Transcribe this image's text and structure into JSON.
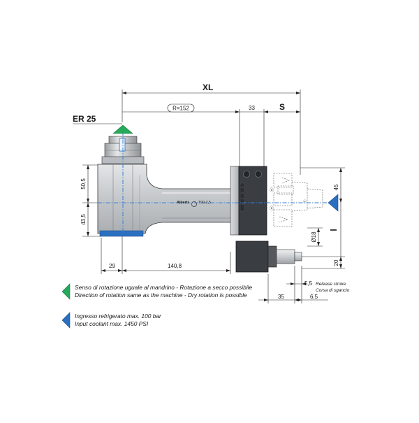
{
  "dimensions": {
    "xl": "XL",
    "r": "R=152",
    "d33": "33",
    "s": "S",
    "er": "ER 25",
    "d50": "50,5",
    "d43": "43,5",
    "d29": "29",
    "d140": "140,8",
    "d45": "45",
    "l": "l",
    "d18": "Ø18",
    "d20": "20",
    "d55": "5,5",
    "d35": "35",
    "d65": "6.5"
  },
  "stroke_labels": {
    "en": "Release stroke",
    "it": "Corsa di sgancio"
  },
  "body_text": {
    "brand": "Alberti",
    "model": "T90-2,5"
  },
  "legend": [
    {
      "icon": "green-triangle-icon",
      "color": "#27a95c",
      "line1": "Senso di rotazione uguale al mandrino - Rotazione a secco possibile",
      "line2": "Direction of rotation same as the machine - Dry rotation is possible"
    },
    {
      "icon": "blue-triangle-icon",
      "color": "#2a6fc0",
      "line1": "Ingresso refrigerato max. 100 bar",
      "line2": "Input coolant max. 1450 PSI"
    }
  ],
  "colors": {
    "body": "#c7cacd",
    "dark_flange": "#3a3d42",
    "coolant": "#2a6fc0",
    "rotation": "#27a95c",
    "axis": "#3a7fd6"
  }
}
